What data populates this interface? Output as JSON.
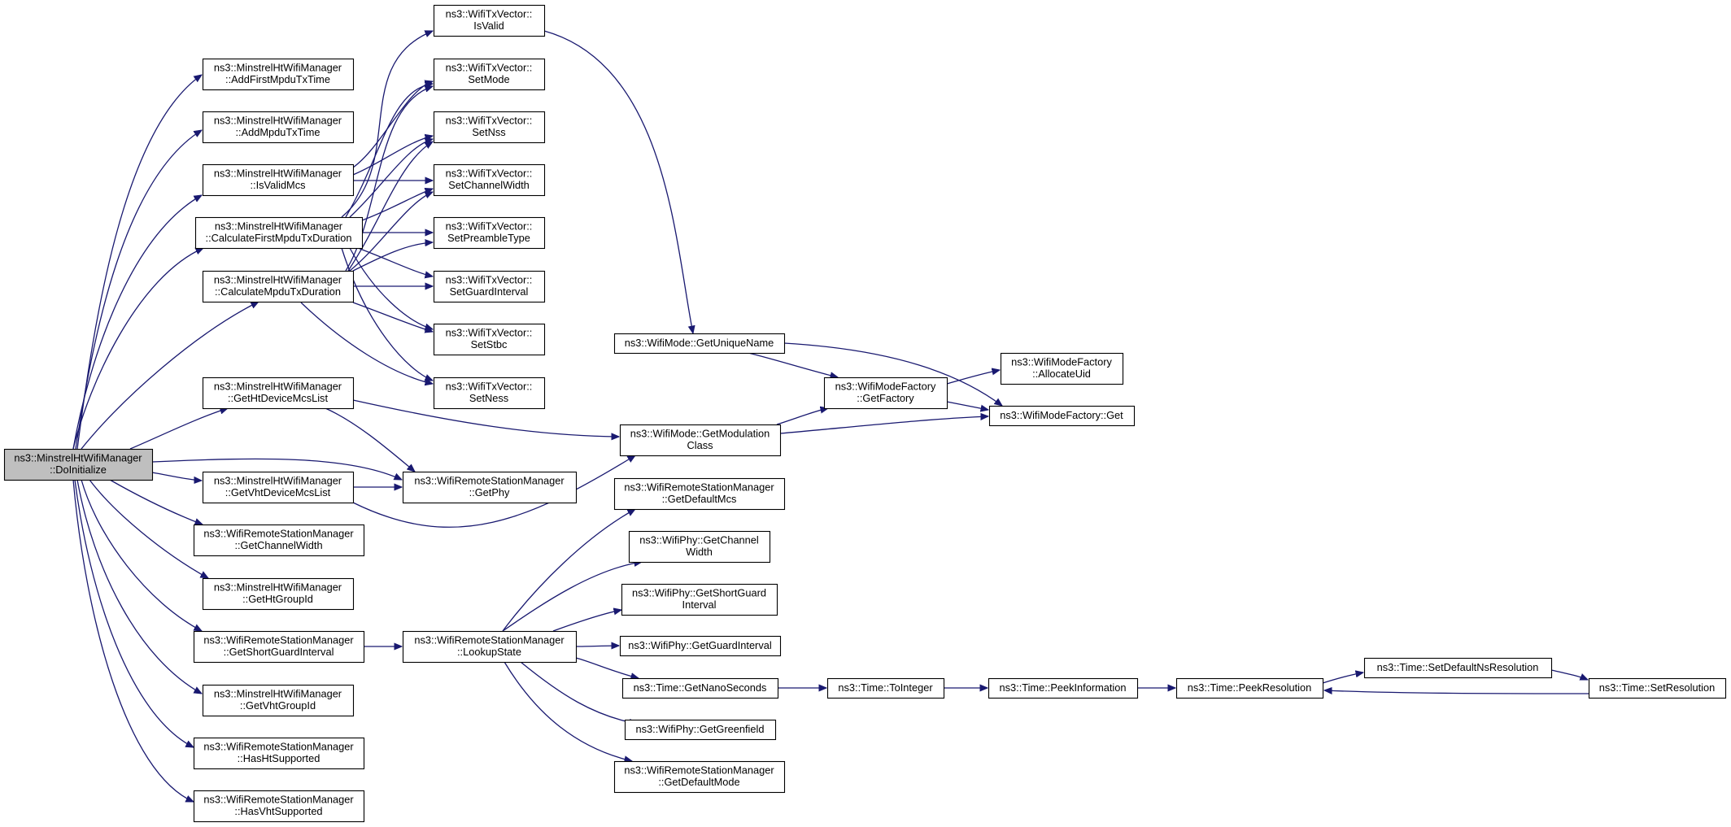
{
  "diagram": {
    "type": "call-graph",
    "colors": {
      "edge": "#191970",
      "node_border": "#000000",
      "node_fill": "#ffffff",
      "root_fill": "#bfbfbf",
      "text": "#000000"
    },
    "nodes": [
      {
        "id": "root",
        "lines": [
          "ns3::MinstrelHtWifiManager",
          "::DoInitialize"
        ],
        "root": true
      },
      {
        "id": "addFirstMpdu",
        "lines": [
          "ns3::MinstrelHtWifiManager",
          "::AddFirstMpduTxTime"
        ]
      },
      {
        "id": "addMpdu",
        "lines": [
          "ns3::MinstrelHtWifiManager",
          "::AddMpduTxTime"
        ]
      },
      {
        "id": "isValidMcs",
        "lines": [
          "ns3::MinstrelHtWifiManager",
          "::IsValidMcs"
        ]
      },
      {
        "id": "calcFirst",
        "lines": [
          "ns3::MinstrelHtWifiManager",
          "::CalculateFirstMpduTxDuration"
        ]
      },
      {
        "id": "calcMpdu",
        "lines": [
          "ns3::MinstrelHtWifiManager",
          "::CalculateMpduTxDuration"
        ]
      },
      {
        "id": "getHtMcs",
        "lines": [
          "ns3::MinstrelHtWifiManager",
          "::GetHtDeviceMcsList"
        ]
      },
      {
        "id": "getVhtMcs",
        "lines": [
          "ns3::MinstrelHtWifiManager",
          "::GetVhtDeviceMcsList"
        ]
      },
      {
        "id": "getChanWidthRsm",
        "lines": [
          "ns3::WifiRemoteStationManager",
          "::GetChannelWidth"
        ]
      },
      {
        "id": "getHtGroup",
        "lines": [
          "ns3::MinstrelHtWifiManager",
          "::GetHtGroupId"
        ]
      },
      {
        "id": "getSgiRsm",
        "lines": [
          "ns3::WifiRemoteStationManager",
          "::GetShortGuardInterval"
        ]
      },
      {
        "id": "getVhtGroup",
        "lines": [
          "ns3::MinstrelHtWifiManager",
          "::GetVhtGroupId"
        ]
      },
      {
        "id": "hasHt",
        "lines": [
          "ns3::WifiRemoteStationManager",
          "::HasHtSupported"
        ]
      },
      {
        "id": "hasVht",
        "lines": [
          "ns3::WifiRemoteStationManager",
          "::HasVhtSupported"
        ]
      },
      {
        "id": "isValid",
        "lines": [
          "ns3::WifiTxVector::",
          "IsValid"
        ]
      },
      {
        "id": "setMode",
        "lines": [
          "ns3::WifiTxVector::",
          "SetMode"
        ]
      },
      {
        "id": "setNss",
        "lines": [
          "ns3::WifiTxVector::",
          "SetNss"
        ]
      },
      {
        "id": "setChanW",
        "lines": [
          "ns3::WifiTxVector::",
          "SetChannelWidth"
        ]
      },
      {
        "id": "setPre",
        "lines": [
          "ns3::WifiTxVector::",
          "SetPreambleType"
        ]
      },
      {
        "id": "setGI",
        "lines": [
          "ns3::WifiTxVector::",
          "SetGuardInterval"
        ]
      },
      {
        "id": "setStbc",
        "lines": [
          "ns3::WifiTxVector::",
          "SetStbc"
        ]
      },
      {
        "id": "setNess",
        "lines": [
          "ns3::WifiTxVector::",
          "SetNess"
        ]
      },
      {
        "id": "getPhy",
        "lines": [
          "ns3::WifiRemoteStationManager",
          "::GetPhy"
        ]
      },
      {
        "id": "lookup",
        "lines": [
          "ns3::WifiRemoteStationManager",
          "::LookupState"
        ]
      },
      {
        "id": "uniqueName",
        "lines": [
          "ns3::WifiMode::GetUniqueName"
        ]
      },
      {
        "id": "modClass",
        "lines": [
          "ns3::WifiMode::GetModulation",
          "Class"
        ]
      },
      {
        "id": "defMcs",
        "lines": [
          "ns3::WifiRemoteStationManager",
          "::GetDefaultMcs"
        ]
      },
      {
        "id": "phyChanW",
        "lines": [
          "ns3::WifiPhy::GetChannel",
          "Width"
        ]
      },
      {
        "id": "phySgi",
        "lines": [
          "ns3::WifiPhy::GetShortGuard",
          "Interval"
        ]
      },
      {
        "id": "phyGI",
        "lines": [
          "ns3::WifiPhy::GetGuardInterval"
        ]
      },
      {
        "id": "nanoSec",
        "lines": [
          "ns3::Time::GetNanoSeconds"
        ]
      },
      {
        "id": "phyGreen",
        "lines": [
          "ns3::WifiPhy::GetGreenfield"
        ]
      },
      {
        "id": "defMode",
        "lines": [
          "ns3::WifiRemoteStationManager",
          "::GetDefaultMode"
        ]
      },
      {
        "id": "getFactory",
        "lines": [
          "ns3::WifiModeFactory",
          "::GetFactory"
        ]
      },
      {
        "id": "allocUid",
        "lines": [
          "ns3::WifiModeFactory",
          "::AllocateUid"
        ]
      },
      {
        "id": "factoryGet",
        "lines": [
          "ns3::WifiModeFactory::Get"
        ]
      },
      {
        "id": "toInteger",
        "lines": [
          "ns3::Time::ToInteger"
        ]
      },
      {
        "id": "peekInfo",
        "lines": [
          "ns3::Time::PeekInformation"
        ]
      },
      {
        "id": "peekRes",
        "lines": [
          "ns3::Time::PeekResolution"
        ]
      },
      {
        "id": "setDefNs",
        "lines": [
          "ns3::Time::SetDefaultNsResolution"
        ]
      },
      {
        "id": "setRes",
        "lines": [
          "ns3::Time::SetResolution"
        ]
      }
    ],
    "edges": [
      {
        "from": "root",
        "to": "addFirstMpdu"
      },
      {
        "from": "root",
        "to": "addMpdu"
      },
      {
        "from": "root",
        "to": "isValidMcs"
      },
      {
        "from": "root",
        "to": "calcFirst"
      },
      {
        "from": "root",
        "to": "calcMpdu"
      },
      {
        "from": "root",
        "to": "getHtMcs"
      },
      {
        "from": "root",
        "to": "getPhy"
      },
      {
        "from": "root",
        "to": "getVhtMcs"
      },
      {
        "from": "root",
        "to": "getChanWidthRsm"
      },
      {
        "from": "root",
        "to": "getHtGroup"
      },
      {
        "from": "root",
        "to": "getSgiRsm"
      },
      {
        "from": "root",
        "to": "getVhtGroup"
      },
      {
        "from": "root",
        "to": "hasHt"
      },
      {
        "from": "root",
        "to": "hasVht"
      },
      {
        "from": "isValidMcs",
        "to": "setMode"
      },
      {
        "from": "isValidMcs",
        "to": "setNss"
      },
      {
        "from": "isValidMcs",
        "to": "setChanW"
      },
      {
        "from": "calcFirst",
        "to": "isValid"
      },
      {
        "from": "calcFirst",
        "to": "setMode"
      },
      {
        "from": "calcFirst",
        "to": "setNss"
      },
      {
        "from": "calcFirst",
        "to": "setChanW"
      },
      {
        "from": "calcFirst",
        "to": "setPre"
      },
      {
        "from": "calcFirst",
        "to": "setGI"
      },
      {
        "from": "calcFirst",
        "to": "setStbc"
      },
      {
        "from": "calcFirst",
        "to": "setNess"
      },
      {
        "from": "calcMpdu",
        "to": "setMode"
      },
      {
        "from": "calcMpdu",
        "to": "setNss"
      },
      {
        "from": "calcMpdu",
        "to": "setChanW"
      },
      {
        "from": "calcMpdu",
        "to": "setPre"
      },
      {
        "from": "calcMpdu",
        "to": "setGI"
      },
      {
        "from": "calcMpdu",
        "to": "setStbc"
      },
      {
        "from": "calcMpdu",
        "to": "setNess"
      },
      {
        "from": "getHtMcs",
        "to": "getPhy"
      },
      {
        "from": "getHtMcs",
        "to": "modClass"
      },
      {
        "from": "getVhtMcs",
        "to": "getPhy"
      },
      {
        "from": "getVhtMcs",
        "to": "modClass"
      },
      {
        "from": "getSgiRsm",
        "to": "lookup"
      },
      {
        "from": "isValid",
        "to": "uniqueName"
      },
      {
        "from": "uniqueName",
        "to": "getFactory"
      },
      {
        "from": "uniqueName",
        "to": "factoryGet"
      },
      {
        "from": "modClass",
        "to": "getFactory"
      },
      {
        "from": "modClass",
        "to": "factoryGet"
      },
      {
        "from": "getFactory",
        "to": "allocUid"
      },
      {
        "from": "getFactory",
        "to": "factoryGet"
      },
      {
        "from": "lookup",
        "to": "defMcs"
      },
      {
        "from": "lookup",
        "to": "phyChanW"
      },
      {
        "from": "lookup",
        "to": "phySgi"
      },
      {
        "from": "lookup",
        "to": "phyGI"
      },
      {
        "from": "lookup",
        "to": "nanoSec"
      },
      {
        "from": "lookup",
        "to": "phyGreen"
      },
      {
        "from": "lookup",
        "to": "defMode"
      },
      {
        "from": "nanoSec",
        "to": "toInteger"
      },
      {
        "from": "toInteger",
        "to": "peekInfo"
      },
      {
        "from": "peekInfo",
        "to": "peekRes"
      },
      {
        "from": "peekRes",
        "to": "setDefNs"
      },
      {
        "from": "setDefNs",
        "to": "setRes"
      },
      {
        "from": "setRes",
        "to": "peekRes"
      }
    ]
  }
}
